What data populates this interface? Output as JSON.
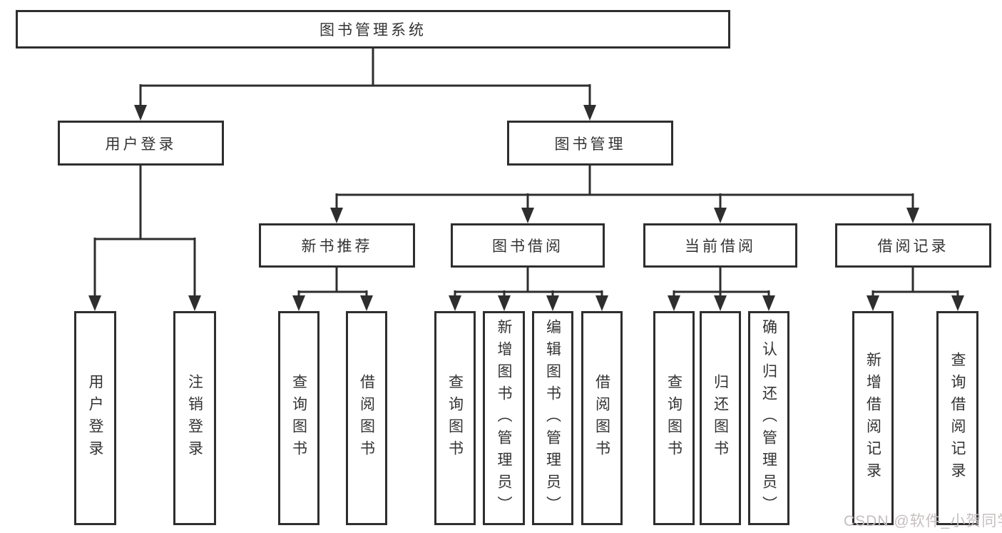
{
  "diagram": {
    "root": {
      "label": "图书管理系统"
    },
    "level2": [
      {
        "label": "用户登录"
      },
      {
        "label": "图书管理"
      }
    ],
    "level3": [
      {
        "label": "新书推荐"
      },
      {
        "label": "图书借阅"
      },
      {
        "label": "当前借阅"
      },
      {
        "label": "借阅记录"
      }
    ],
    "leaves": {
      "user_login": [
        {
          "label": "用户登录"
        },
        {
          "label": "注销登录"
        }
      ],
      "new_book_recommend": [
        {
          "label": "查询图书"
        },
        {
          "label": "借阅图书"
        }
      ],
      "book_borrowing": [
        {
          "label": "查询图书"
        },
        {
          "label": "新增图书（管理员）"
        },
        {
          "label": "编辑图书（管理员）"
        },
        {
          "label": "借阅图书"
        }
      ],
      "current_borrowing": [
        {
          "label": "查询图书"
        },
        {
          "label": "归还图书"
        },
        {
          "label": "确认归还（管理员）"
        }
      ],
      "borrow_records": [
        {
          "label": "新增借阅记录"
        },
        {
          "label": "查询借阅记录"
        }
      ]
    },
    "watermark": {
      "text": "CSDN @软件_小贺同学"
    },
    "colors": {
      "line": "#2e2e2e",
      "text": "#333333",
      "background": "#ffffff",
      "watermark": "#c6bfbf"
    }
  }
}
